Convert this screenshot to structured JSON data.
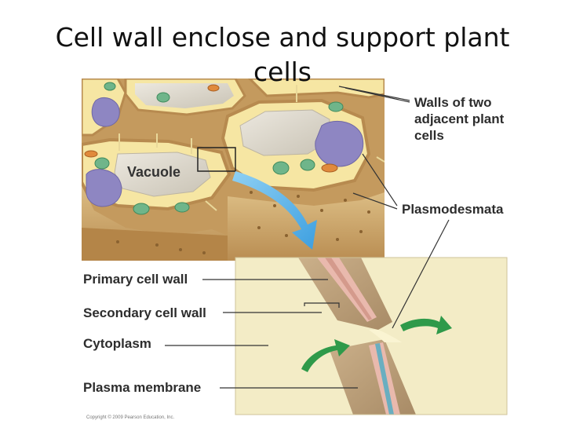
{
  "title": "Cell wall enclose and support plant cells",
  "labels": {
    "walls": "Walls of two adjacent plant cells",
    "plasmodesmata": "Plasmodesmata",
    "vacuole": "Vacuole",
    "primary_cell_wall": "Primary cell wall",
    "secondary_cell_wall": "Secondary cell wall",
    "cytoplasm": "Cytoplasm",
    "plasma_membrane": "Plasma membrane"
  },
  "copyright": "Copyright © 2009 Pearson Education, Inc.",
  "colors": {
    "cell_wall": "#c9a266",
    "cytoplasm": "#f6e6a3",
    "vacuole": "#d9d4c8",
    "nucleus": "#8e86c2",
    "chloroplast": "#6fb58a",
    "mitochondrion": "#e08a3c",
    "arrow_blue": "#5fb6ea",
    "arrow_green": "#2f9a4a",
    "membrane_pink": "#e9b9ad",
    "inset_background": "#f3ecc6"
  }
}
